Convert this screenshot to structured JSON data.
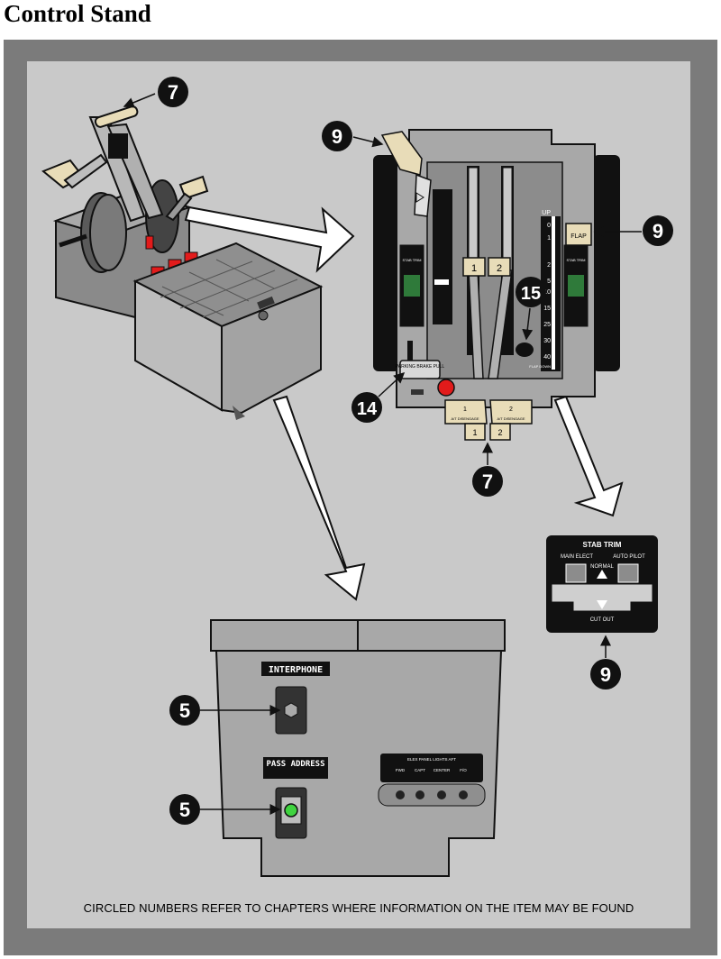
{
  "title": "Control Stand",
  "footer_note": "CIRCLED NUMBERS REFER TO CHAPTERS WHERE INFORMATION ON THE ITEM MAY BE FOUND",
  "callouts": {
    "throttle_iso": "7",
    "speedbrake_top": "9",
    "flap_lever": "9",
    "stab_trim_wheel": "15",
    "parking_brake": "14",
    "thrust_levers": "7",
    "stab_trim_panel": "9",
    "interphone": "5",
    "pass_address": "5"
  },
  "control_stand": {
    "lever_1": "1",
    "lever_2": "2",
    "parking_brake_label": "PARKING BRAKE PULL",
    "flap_label": "FLAP",
    "at_disengage_1": "1",
    "at_disengage_2": "2",
    "at_disengage_text": "A/T DISENGAGE",
    "stab_trim_small": "STAB TRIM",
    "flap_scale": [
      "UP",
      "0",
      "1",
      "2",
      "5",
      "10",
      "15",
      "25",
      "30",
      "40"
    ],
    "flap_down": "FLAP DOWN"
  },
  "stab_trim_panel": {
    "title": "STAB TRIM",
    "main_elect": "MAIN ELECT",
    "normal": "NORMAL",
    "auto_pilot": "AUTO PILOT",
    "cut_out": "CUT OUT"
  },
  "aft_panel": {
    "interphone_label": "INTERPHONE",
    "pass_address_label": "PASS ADDRESS",
    "elex_panel_title": "ELEX PANEL LIGHTS AFT",
    "elex_columns": [
      "FWD",
      "CAPT",
      "CENTER",
      "F/O"
    ]
  },
  "colors": {
    "outer_frame": "#7b7b7b",
    "inner_bg": "#c9c9c9",
    "callout": "#111111",
    "lever_tan": "#e8dcb8",
    "red_switch": "#e21b1b",
    "green_light": "#3fd33f"
  }
}
